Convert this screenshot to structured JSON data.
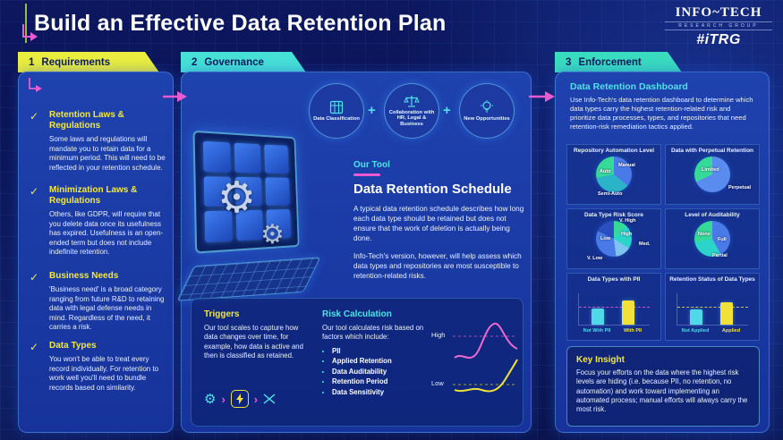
{
  "header": {
    "title": "Build an Effective Data Retention Plan",
    "logo_name": "INFO~TECH",
    "logo_sub": "RESEARCH GROUP",
    "logo_badge": "#iTRG"
  },
  "icons": {
    "check": "✓",
    "gear": "⚙",
    "chevron": "›"
  },
  "requirements": {
    "tab_number": "1",
    "tab_label": "Requirements",
    "items": [
      {
        "title": "Retention Laws & Regulations",
        "body": "Some laws and regulations will mandate you to retain data for a minimum period. This will need to be reflected in your retention schedule."
      },
      {
        "title": "Minimization Laws & Regulations",
        "body": "Others, like GDPR, will require that you delete data once its usefulness has expired. Usefulness is an open-ended term but does not include indefinite retention."
      },
      {
        "title": "Business Needs",
        "body": "'Business need' is a broad category ranging from future R&D to retaining data with legal defense needs in mind. Regardless of the need, it carries a risk."
      },
      {
        "title": "Data Types",
        "body": "You won't be able to treat every record individually. For retention to work well you'll need to bundle records based on similarity."
      }
    ]
  },
  "governance": {
    "tab_number": "2",
    "tab_label": "Governance",
    "plus_sign": "+",
    "circles": [
      {
        "label": "Data Classification"
      },
      {
        "label": "Collaboration with HR, Legal & Business"
      },
      {
        "label": "New Opportunities"
      }
    ],
    "tool": {
      "eyebrow": "Our Tool",
      "title": "Data Retention Schedule",
      "para1": "A typical data retention schedule describes how long each data type should be retained but does not ensure that the work of deletion is actually being done.",
      "para2": "Info-Tech's version, however, will help assess which data types and repositories are most susceptible to retention-related risks."
    },
    "triggers": {
      "title": "Triggers",
      "body": "Our tool scales to capture how data changes over time, for example, how data is active and then is classified as retained."
    },
    "risk_calc": {
      "title": "Risk Calculation",
      "intro": "Our tool calculates risk based on factors which include:",
      "bullets": [
        "PII",
        "Applied Retention",
        "Data Auditability",
        "Retention Period",
        "Data Sensitivity"
      ],
      "high_label": "High",
      "low_label": "Low"
    }
  },
  "enforcement": {
    "tab_number": "3",
    "tab_label": "Enforcement",
    "dashboard": {
      "title": "Data Retention Dashboard",
      "body": "Use Info-Tech's data retention dashboard to determine which data types carry the highest retention-related risk and prioritize data processes, types, and repositories that need retention-risk remediation tactics applied."
    },
    "charts": [
      {
        "title": "Repository Automation Level",
        "type": "pie",
        "segments": [
          {
            "label": "Auto",
            "value": 36,
            "color": "#4a7ae8"
          },
          {
            "label": "Manual",
            "value": 36,
            "color": "#2bb3c9"
          },
          {
            "label": "Semi-Auto",
            "value": 28,
            "color": "#35d998"
          }
        ]
      },
      {
        "title": "Data with Perpetual Retention",
        "type": "pie",
        "segments": [
          {
            "label": "Limited",
            "value": 68,
            "color": "#5a8cf0"
          },
          {
            "label": "Perpetual",
            "value": 32,
            "color": "#35d998"
          }
        ]
      },
      {
        "title": "Data Type Risk Score",
        "type": "pie",
        "segments": [
          {
            "label": "V. High",
            "value": 12,
            "color": "#35d998"
          },
          {
            "label": "High",
            "value": 22,
            "color": "#2bd4c9"
          },
          {
            "label": "Med.",
            "value": 14,
            "color": "#7fc4f0"
          },
          {
            "label": "Low",
            "value": 34,
            "color": "#4a7ae8"
          },
          {
            "label": "V. Low",
            "value": 18,
            "color": "#2a4fc0"
          }
        ]
      },
      {
        "title": "Level of Auditability",
        "type": "pie",
        "segments": [
          {
            "label": "None",
            "value": 42,
            "color": "#4a7ae8"
          },
          {
            "label": "Full",
            "value": 30,
            "color": "#2bd4c9"
          },
          {
            "label": "Partial",
            "value": 28,
            "color": "#35d998"
          }
        ]
      },
      {
        "title": "Data Types with PII",
        "type": "bar",
        "bars": [
          {
            "label": "Not With PII",
            "value": 0.52,
            "color": "#4fd8e8"
          },
          {
            "label": "With PII",
            "value": 0.78,
            "color": "#f0e13b"
          }
        ]
      },
      {
        "title": "Retention Status of Data Types",
        "type": "bar",
        "bars": [
          {
            "label": "Not Applied",
            "value": 0.5,
            "color": "#4fd8e8"
          },
          {
            "label": "Applied",
            "value": 0.72,
            "color": "#f0e13b"
          }
        ]
      }
    ],
    "key_insight": {
      "title": "Key Insight",
      "body": "Focus your efforts on the data where the highest risk levels are hiding (i.e. because PII, no retention, no automation) and work toward implementing an automated process; manual efforts will always carry the most risk."
    }
  }
}
